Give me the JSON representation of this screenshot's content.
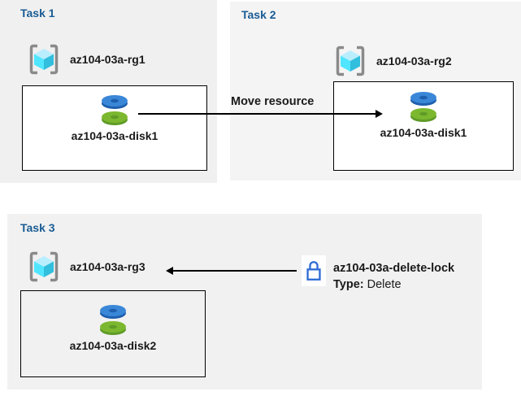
{
  "colors": {
    "panel1": "#f0f0f0",
    "panel2": "#f4f4f4",
    "panel3": "#f1f1f1",
    "title": "#1a5c94",
    "text": "#1a1a1a",
    "box_border": "#000000",
    "arrow": "#000000",
    "bracket_gray": "#8a8a8a",
    "cube_top": "#b9eeff",
    "cube_left": "#50e6ff",
    "cube_right": "#32bedd",
    "disk_blue_top": "#3a87d8",
    "disk_blue_side": "#1e5fad",
    "disk_green_top": "#7cb82f",
    "disk_green_side": "#5f9b27",
    "lock_blue": "#2e6bd4"
  },
  "icons": {
    "resource_group": "resource-group-icon",
    "disk": "disk-icon",
    "lock": "lock-icon",
    "arrow_right": "arrow-right-icon",
    "arrow_left": "arrow-left-icon"
  },
  "task1": {
    "title": "Task 1",
    "resource_group": {
      "label": "az104-03a-rg1"
    },
    "disk": {
      "label": "az104-03a-disk1"
    }
  },
  "task2": {
    "title": "Task 2",
    "resource_group": {
      "label": "az104-03a-rg2"
    },
    "disk": {
      "label": "az104-03a-disk1"
    },
    "arrow_label": "Move resource"
  },
  "task3": {
    "title": "Task 3",
    "resource_group": {
      "label": "az104-03a-rg3"
    },
    "disk": {
      "label": "az104-03a-disk2"
    },
    "lock": {
      "label": "az104-03a-delete-lock",
      "type_label": "Type:",
      "type_value": "Delete"
    }
  }
}
